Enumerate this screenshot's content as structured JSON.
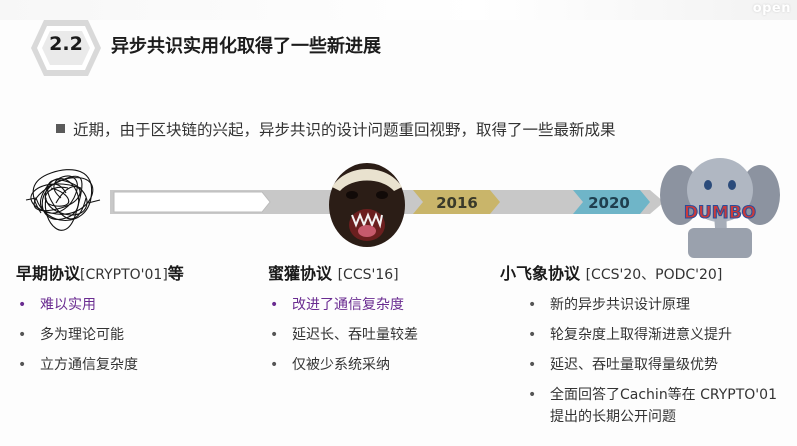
{
  "header": {
    "section_number": "2.2",
    "title": "异步共识实用化取得了一些新进展",
    "brand": "open"
  },
  "intro": "近期，由于区块链的兴起，异步共识的设计问题重回视野，取得了一些最新成果",
  "timeline": {
    "labels": [
      "2016",
      "2020"
    ],
    "colors": {
      "year_2016": "#c9b56a",
      "year_2020": "#6fb5c8",
      "bar": "#c8c8c8"
    },
    "icons": [
      "scribble-icon",
      "honey-badger-icon",
      "dumbo-elephant-icon"
    ],
    "dumbo_text": "DUMBO"
  },
  "protocols": [
    {
      "name": "早期协议",
      "ref": "[CRYPTO'01]",
      "suffix": "等",
      "points": [
        "难以实用",
        "多为理论可能",
        "立方通信复杂度"
      ]
    },
    {
      "name": "蜜獾协议",
      "ref": "[CCS'16]",
      "points": [
        "改进了通信复杂度",
        "延迟长、吞吐量较差",
        "仅被少系统采纳"
      ]
    },
    {
      "name": "小飞象协议",
      "ref": "[CCS'20、PODC'20]",
      "points": [
        "新的异步共识设计原理",
        "轮复杂度上取得渐进意义提升",
        "延迟、吞吐量取得量级优势",
        "全面回答了Cachin等在 CRYPTO'01 提出的长期公开问题"
      ]
    }
  ]
}
